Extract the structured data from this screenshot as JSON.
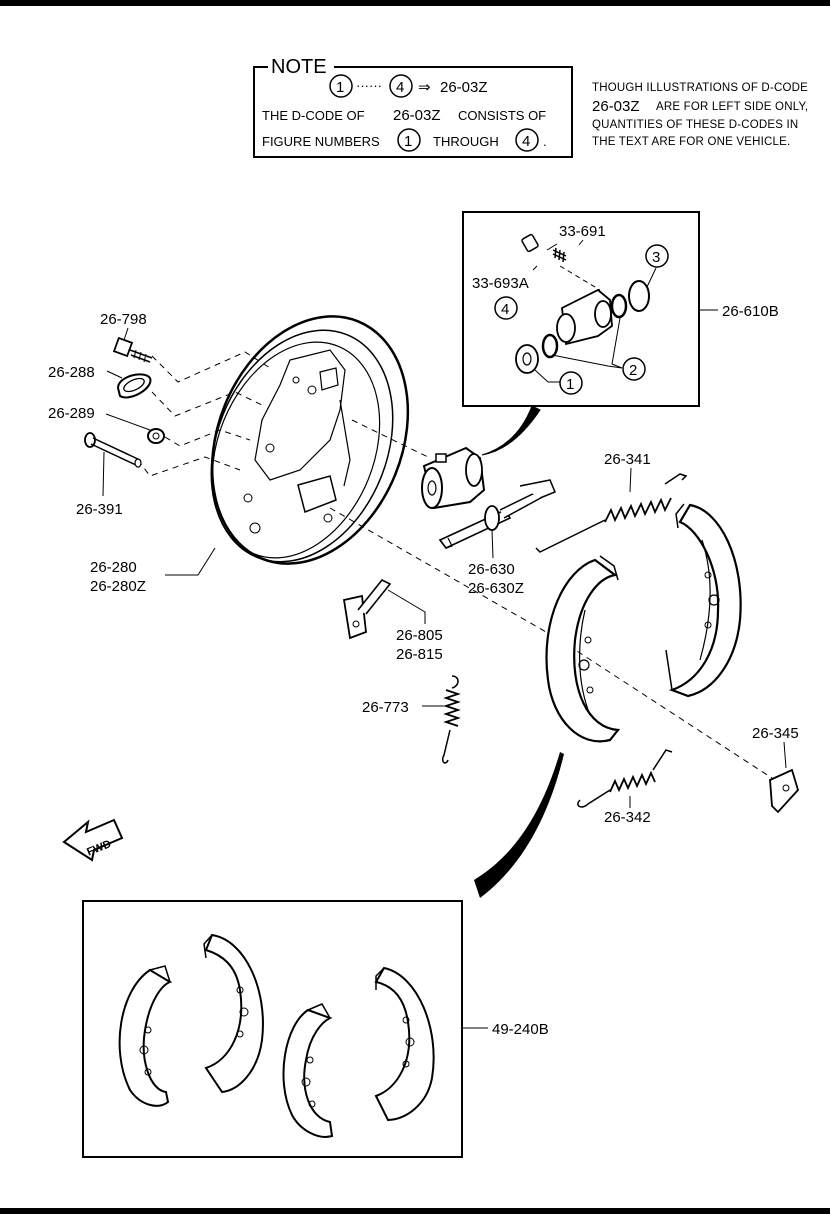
{
  "note": {
    "title": "NOTE",
    "range_start": "1",
    "range_dots": "······",
    "range_end": "4",
    "arrow": "⇒",
    "range_code": "26-03Z",
    "line2_prefix": "THE D-CODE OF",
    "line2_code": "26-03Z",
    "line2_suffix": "CONSISTS OF",
    "line3_prefix": "FIGURE NUMBERS",
    "line3_from": "1",
    "line3_mid": "THROUGH",
    "line3_to": "4",
    "line3_end": "."
  },
  "side_note": {
    "line1": "THOUGH ILLUSTRATIONS OF D-CODE",
    "line2_code": "26-03Z",
    "line2_rest": "ARE FOR LEFT SIDE ONLY,",
    "line3": "QUANTITIES OF THESE D-CODES IN",
    "line4": "THE TEXT ARE FOR ONE VEHICLE."
  },
  "labels": {
    "p26_798": "26-798",
    "p26_288": "26-288",
    "p26_289": "26-289",
    "p26_391": "26-391",
    "p26_280": "26-280",
    "p26_280z": "26-280Z",
    "p33_691": "33-691",
    "p33_693a": "33-693A",
    "p26_610b": "26-610B",
    "fig1": "1",
    "fig2": "2",
    "fig3": "3",
    "fig4": "4",
    "p26_341": "26-341",
    "p26_630": "26-630",
    "p26_630z": "26-630Z",
    "p26_805": "26-805",
    "p26_815": "26-815",
    "p26_773": "26-773",
    "p26_345": "26-345",
    "p26_342": "26-342",
    "p49_240b": "49-240B",
    "fwd": "FWD"
  }
}
